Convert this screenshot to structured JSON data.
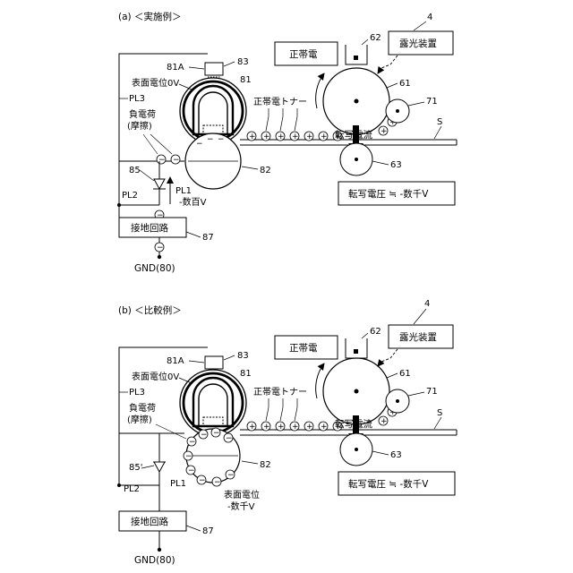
{
  "panels": [
    {
      "key": "a",
      "title": "(a) ＜実施例＞",
      "labels": {
        "unit_number": "4",
        "exposure_device": "露光装置",
        "exposure_ref": "62",
        "positive_charge": "正帯電",
        "drum_ref": "61",
        "ref_71": "71",
        "sheet": "S",
        "transfer_current": "転写電流",
        "ref_63": "63",
        "transfer_voltage": "転写電圧 ≒ -数千V",
        "ref_81a": "81A",
        "ref_83": "83",
        "ref_81": "81",
        "surface_potential": "表面電位0V",
        "pl3": "PL3",
        "positive_toner": "正帯電トナー",
        "negative_charge": "負電荷",
        "friction": "(摩擦)",
        "ref_85": "85",
        "ref_82": "82",
        "pl2": "PL2",
        "pl1": "PL1",
        "pl1_voltage": "-数百V",
        "ground_circuit": "接地回路",
        "ref_87": "87",
        "gnd": "GND(80)"
      }
    },
    {
      "key": "b",
      "title": "(b) ＜比較例＞",
      "labels": {
        "unit_number": "4",
        "exposure_device": "露光装置",
        "exposure_ref": "62",
        "positive_charge": "正帯電",
        "drum_ref": "61",
        "ref_71": "71",
        "sheet": "S",
        "transfer_current": "転写電流",
        "ref_63": "63",
        "transfer_voltage": "転写電圧 ≒ -数千V",
        "ref_81a": "81A",
        "ref_83": "83",
        "ref_81": "81",
        "surface_potential": "表面電位0V",
        "pl3": "PL3",
        "positive_toner": "正帯電トナー",
        "negative_charge": "負電荷",
        "friction": "(摩擦)",
        "ref_85": "85'",
        "ref_82": "82",
        "pl2": "PL2",
        "pl1": "PL1",
        "roller_surface": "表面電位",
        "roller_voltage": "-数千V",
        "ground_circuit": "接地回路",
        "ref_87": "87",
        "gnd": "GND(80)"
      }
    }
  ],
  "symbols": {
    "plus": "+",
    "minus": "−"
  }
}
